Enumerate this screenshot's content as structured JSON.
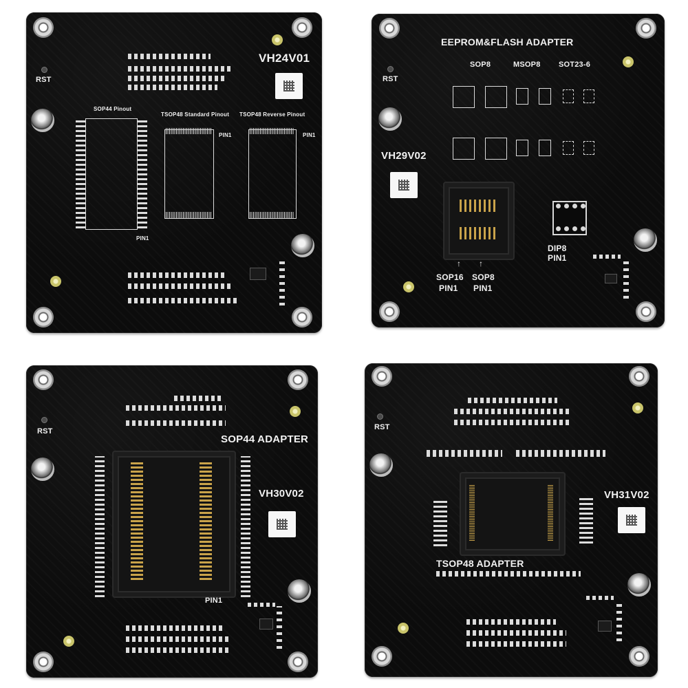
{
  "boards": [
    {
      "model": "VH24V01",
      "rst": "RST",
      "labels": {
        "sop44": "SOP44 Pinout",
        "tsop_std": "TSOP48 Standard Pinout",
        "tsop_rev": "TSOP48 Reverse Pinout",
        "pin1_a": "PIN1",
        "pin1_b": "PIN1",
        "pin1_c": "PIN1"
      }
    },
    {
      "model": "VH29V02",
      "rst": "RST",
      "title": "EEPROM&FLASH ADAPTER",
      "labels": {
        "sop8": "SOP8",
        "msop8": "MSOP8",
        "sot23": "SOT23-6",
        "dip8": "DIP8",
        "dip8_pin1": "PIN1",
        "sop16": "SOP16",
        "sop16_pin1": "PIN1",
        "sop8_b": "SOP8",
        "sop8_pin1": "PIN1"
      }
    },
    {
      "model": "VH30V02",
      "rst": "RST",
      "title": "SOP44 ADAPTER",
      "labels": {
        "pin1": "PIN1"
      }
    },
    {
      "model": "VH31V02",
      "rst": "RST",
      "title": "TSOP48 ADAPTER"
    }
  ]
}
